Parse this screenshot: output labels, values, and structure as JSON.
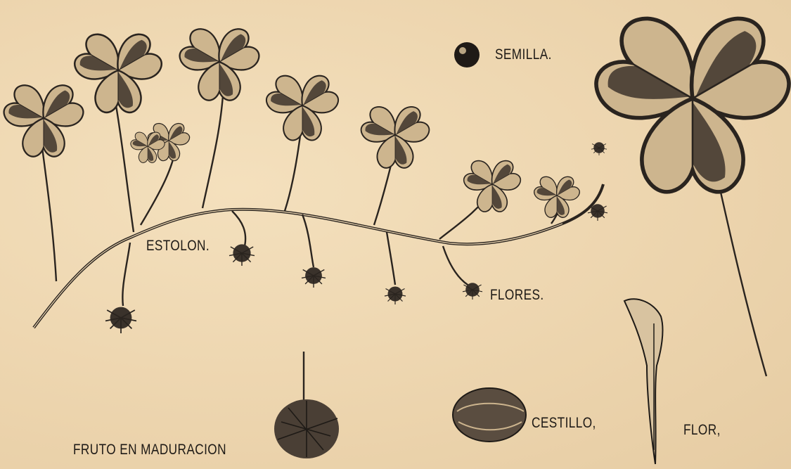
{
  "labels": {
    "semilla": "SEMILLA.",
    "estolon": "ESTOLON.",
    "flores": "FLORES.",
    "cestillo": "CESTILLO,",
    "flor": "FLOR,",
    "fruto": "FRUTO EN MADURACION"
  },
  "colors": {
    "paper": "#efd9b4",
    "ink": "#1e1a16",
    "leaf_dark": "#3a322b",
    "leaf_light": "#d8c3a0"
  }
}
